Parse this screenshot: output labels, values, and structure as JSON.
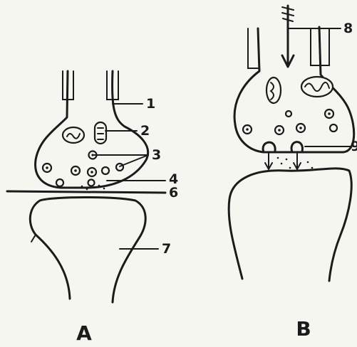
{
  "labels": {
    "n1": "1",
    "n2": "2",
    "n3": "3",
    "n4": "4",
    "n6": "6",
    "n7": "7",
    "n8": "8",
    "n9": "9"
  },
  "panels": {
    "a": "A",
    "b": "B"
  },
  "colors": {
    "ink": "#1b1b1b",
    "paper": "#f6f6f1"
  }
}
